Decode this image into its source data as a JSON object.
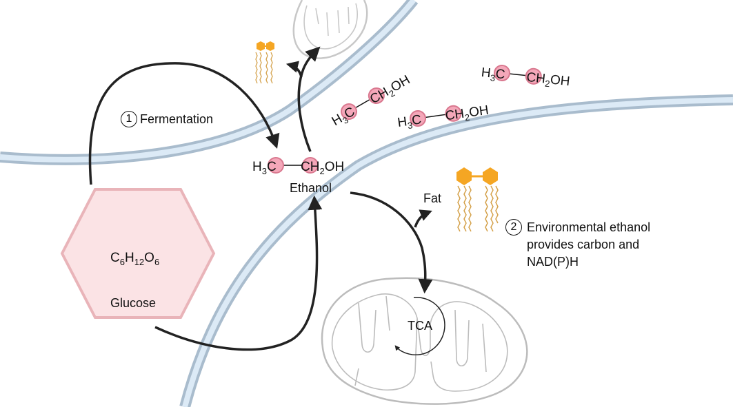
{
  "labels": {
    "fermentation_num": "1",
    "fermentation": "Fermentation",
    "glucose_formula": {
      "c": "C",
      "c_sub": "6",
      "h": "H",
      "h_sub": "12",
      "o": "O",
      "o_sub": "6"
    },
    "glucose": "Glucose",
    "ethanol": "Ethanol",
    "fat": "Fat",
    "tca": "TCA",
    "env_num": "2",
    "env_line1": "Environmental ethanol",
    "env_line2": "provides carbon and",
    "env_line3": "NAD(P)H"
  },
  "molecule": {
    "h3c_left": "H",
    "h3c_sub": "3",
    "h3c_right": "C",
    "ch2oh_left": "CH",
    "ch2oh_sub": "2",
    "ch2oh_right": "OH"
  },
  "colors": {
    "membrane_outer": "#a9bccd",
    "membrane_inner": "#dceaf6",
    "atom_fill": "#f4a7b9",
    "atom_stroke": "#d9788f",
    "glucose_fill": "#fbe3e5",
    "glucose_stroke": "#e9b4b9",
    "lipid": "#f5a623",
    "mito": "#b5b5b5",
    "arrow": "#222222"
  }
}
